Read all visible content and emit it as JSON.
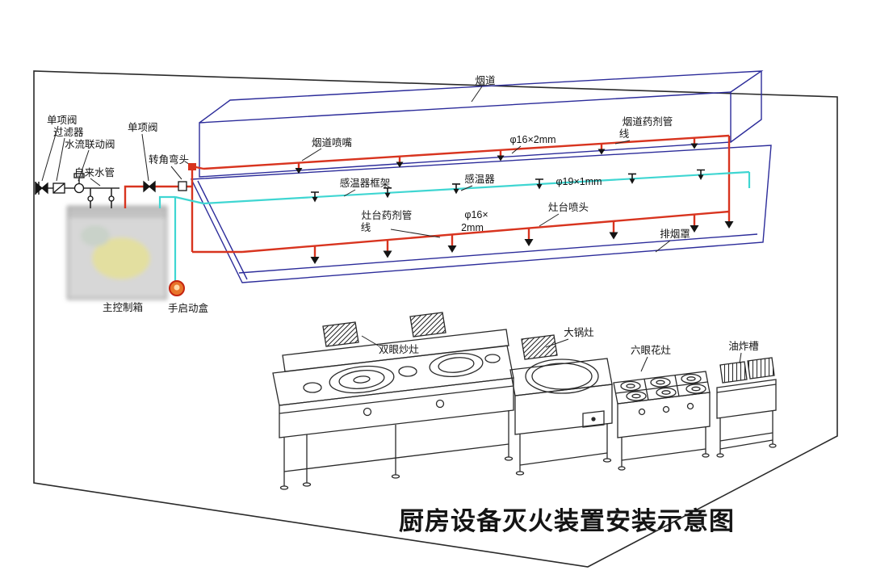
{
  "title": "厨房设备灭火装置安装示意图",
  "colors": {
    "line": "#2a2a2a",
    "duct_hood_line": "#2c2c9a",
    "agent_pipe": "#d8341f",
    "sensor_line": "#3fd6d2",
    "manual_box_fill": "#e8742a",
    "manual_box_ring": "#c42410"
  },
  "labels": {
    "duct": "烟道",
    "duct_nozzle": "烟道喷嘴",
    "duct_pipe_spec": "φ16×2mm",
    "duct_agent_pipe_1": "烟道药剂管",
    "duct_agent_pipe_2": "线",
    "sensor_frame": "感温器框架",
    "sensor": "感温器",
    "sensor_pipe_spec": "φ19×1mm",
    "stove_agent_pipe_1": "灶台药剂管",
    "stove_agent_pipe_2": "线",
    "stove_pipe_spec_1": "φ16×",
    "stove_pipe_spec_2": "2mm",
    "stove_nozzle": "灶台喷头",
    "hood": "排烟罩",
    "check_valve_left": "单项阀",
    "filter": "过滤器",
    "water_flow_valve": "水流联动阀",
    "tap_water_pipe": "自来水管",
    "check_valve_mid": "单项阀",
    "corner_elbow": "转角弯头",
    "main_control_box": "主控制箱",
    "manual_start_box": "手启动盒",
    "double_wok_stove": "双眼炒灶",
    "big_pot_stove": "大锅灶",
    "six_eye_stove": "六眼花灶",
    "fryer": "油炸槽"
  }
}
